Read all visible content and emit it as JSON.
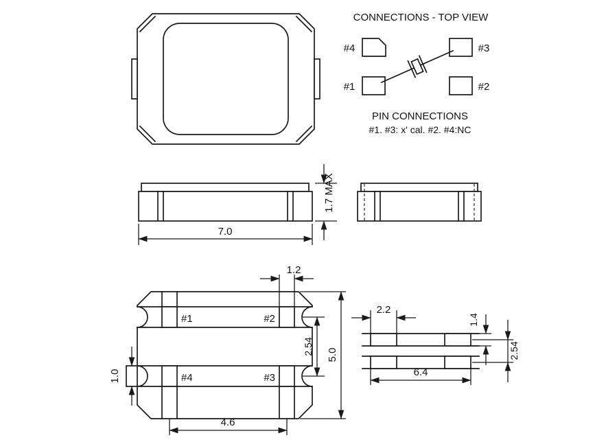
{
  "connections": {
    "title": "CONNECTIONS - TOP VIEW",
    "pad_labels": {
      "p1": "#1",
      "p2": "#2",
      "p3": "#3",
      "p4": "#4"
    },
    "pin_title": "PIN CONNECTIONS",
    "pin_detail": "#1. #3: x' cal. #2. #4:NC"
  },
  "side_view": {
    "height": "1.7 MAX",
    "width": "7.0"
  },
  "bottom_view": {
    "pad_labels": {
      "p1": "#1",
      "p2": "#2",
      "p3": "#3",
      "p4": "#4"
    },
    "dims": {
      "pad_width": "1.2",
      "row_pitch": "2.54",
      "body_height": "5.0",
      "corner_pad": "1.0",
      "pad_span": "4.6"
    }
  },
  "land_pattern": {
    "dims": {
      "pad_width": "2.2",
      "pad_height": "1.4",
      "row_pitch": "2.54",
      "span": "6.4"
    }
  },
  "colors": {
    "line": "#1a1a1a",
    "background": "#ffffff"
  }
}
